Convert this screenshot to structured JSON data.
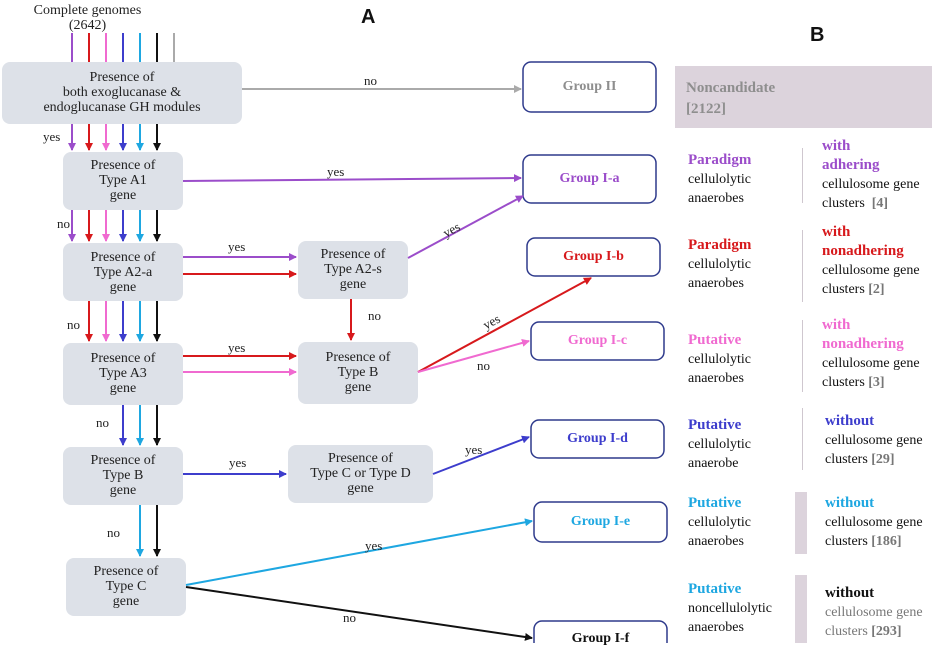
{
  "header": {
    "line1": "Complete genomes",
    "line2": "(2642)"
  },
  "panels": {
    "a": "A",
    "b": "B"
  },
  "decisions": {
    "d0": [
      "Presence of",
      "both exoglucanase &",
      "endoglucanase GH modules"
    ],
    "d1": [
      "Presence of",
      "Type A1",
      "gene"
    ],
    "d2": [
      "Presence of",
      "Type A2-a",
      "gene"
    ],
    "d3": [
      "Presence of",
      "Type A3",
      "gene"
    ],
    "d4": [
      "Presence of",
      "Type B",
      "gene"
    ],
    "d5": [
      "Presence of",
      "Type C",
      "gene"
    ],
    "s1": [
      "Presence of",
      "Type A2-s",
      "gene"
    ],
    "s2": [
      "Presence of",
      "Type B",
      "gene"
    ],
    "s3": [
      "Presence of",
      "Type C or Type D",
      "gene"
    ]
  },
  "groups": {
    "g2": "Group II",
    "g1a": "Group I-a",
    "g1b": "Group I-b",
    "g1c": "Group I-c",
    "g1d": "Group I-d",
    "g1e": "Group I-e",
    "g1f": "Group I-f"
  },
  "edge_labels": {
    "yes": "yes",
    "no": "no"
  },
  "colors": {
    "purple": "#9b4dca",
    "red": "#d7191c",
    "pink": "#f06ad0",
    "blue": "#3d3dcc",
    "cyan": "#1ea7e1",
    "black": "#111111",
    "gray": "#aaaaaa",
    "box_fill": "#dde1e8",
    "group_border": "#2e3a8c"
  },
  "panel_b": {
    "noncandidate": {
      "label": "Noncandidate",
      "count": "[2122]"
    },
    "rows": [
      {
        "col1_title": "Paradigm",
        "col1_rest": [
          "cellulolytic",
          "anaerobes"
        ],
        "col2_title": [
          "with",
          "adhering"
        ],
        "col2_rest": [
          "cellulosome gene"
        ],
        "col2_last": "clusters",
        "count": "[4]"
      },
      {
        "col1_title": "Paradigm",
        "col1_rest": [
          "cellulolytic",
          "anaerobes"
        ],
        "col2_title": [
          "with",
          "nonadhering"
        ],
        "col2_rest": [
          "cellulosome gene"
        ],
        "col2_last": "clusters",
        "count": "[2]"
      },
      {
        "col1_title": "Putative",
        "col1_rest": [
          "cellulolytic",
          "anaerobes"
        ],
        "col2_title": [
          "with",
          "nonadhering"
        ],
        "col2_rest": [
          "cellulosome gene"
        ],
        "col2_last": "clusters",
        "count": "[3]"
      },
      {
        "col1_title": "Putative",
        "col1_rest": [
          "cellulolytic",
          "anaerobe"
        ],
        "col2_title": [
          "without"
        ],
        "col2_rest": [
          "cellulosome gene"
        ],
        "col2_last": "clusters",
        "count": "[29]"
      },
      {
        "col1_title": "Putative",
        "col1_rest": [
          "cellulolytic",
          "anaerobes"
        ],
        "col2_title": [
          "without"
        ],
        "col2_rest": [
          "cellulosome gene"
        ],
        "col2_last": "clusters",
        "count": "[186]"
      },
      {
        "col1_title": "Putative",
        "col1_rest": [
          "noncellulolytic",
          "anaerobes"
        ],
        "col2_title": [
          "without"
        ],
        "col2_rest": [
          "cellulosome gene"
        ],
        "col2_last": "clusters",
        "count": "[293]"
      }
    ]
  }
}
